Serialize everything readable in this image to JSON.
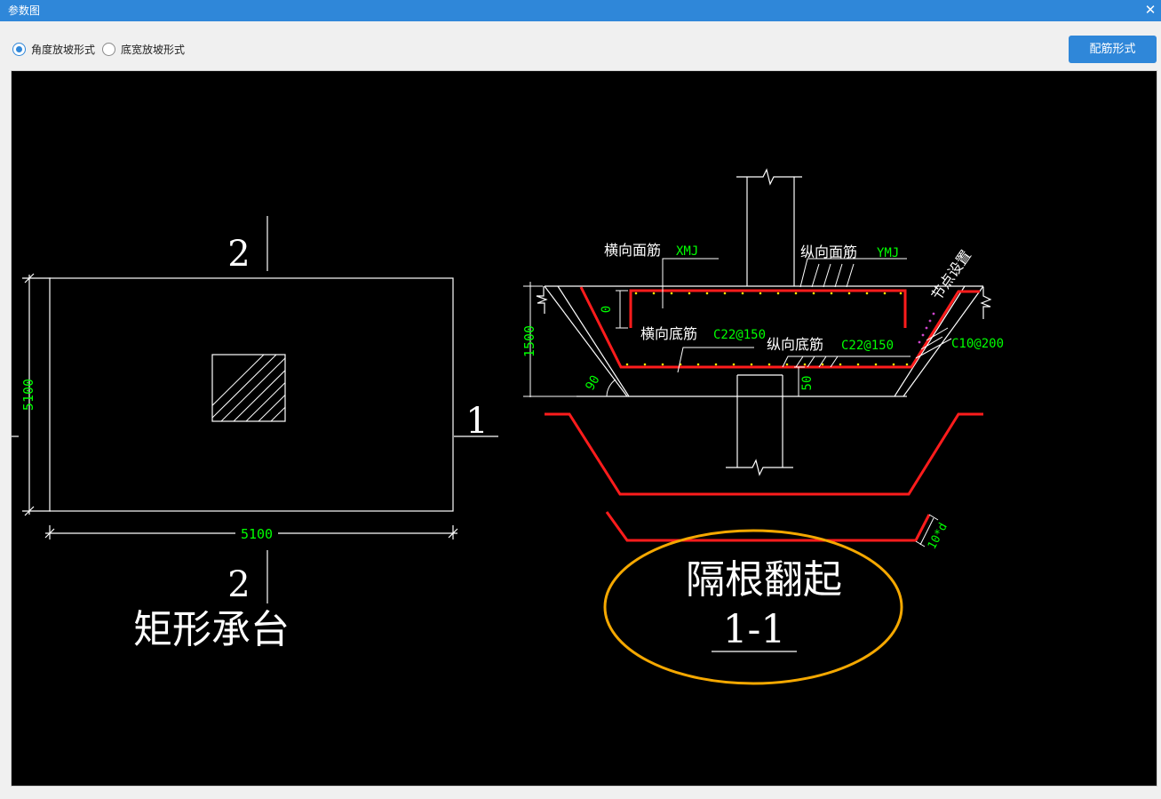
{
  "window": {
    "title": "参数图"
  },
  "toolbar": {
    "radios": [
      {
        "label": "角度放坡形式",
        "selected": true
      },
      {
        "label": "底宽放坡形式",
        "selected": false
      }
    ],
    "reinforce_button": "配筋形式"
  },
  "drawing": {
    "plan": {
      "section_mark_top": "2",
      "section_mark_bottom": "2",
      "section_mark_right": "1",
      "dim_height": "5100",
      "dim_width": "5100",
      "caption": "矩形承台"
    },
    "section": {
      "top_trans_label": "横向面筋",
      "top_trans_code": "XMJ",
      "top_long_label": "纵向面筋",
      "top_long_code": "YMJ",
      "node_label": "节点设置",
      "bot_trans_label": "横向底筋",
      "bot_trans_code": "C22@150",
      "bot_long_label": "纵向底筋",
      "bot_long_code": "C22@150",
      "side_code": "C10@200",
      "dim_height": "1500",
      "dim_zero": "0",
      "dim_angle": "90",
      "dim_cover": "50",
      "dim_hook": "10*d",
      "caption_line1": "隔根翻起",
      "caption_line2": "1-1"
    }
  },
  "colors": {
    "title_bar": "#2f87d9",
    "dim_text": "#00ff00",
    "rebar": "#ff1c1c",
    "highlight": "#f5a800",
    "node_marker": "#cc44cc"
  }
}
